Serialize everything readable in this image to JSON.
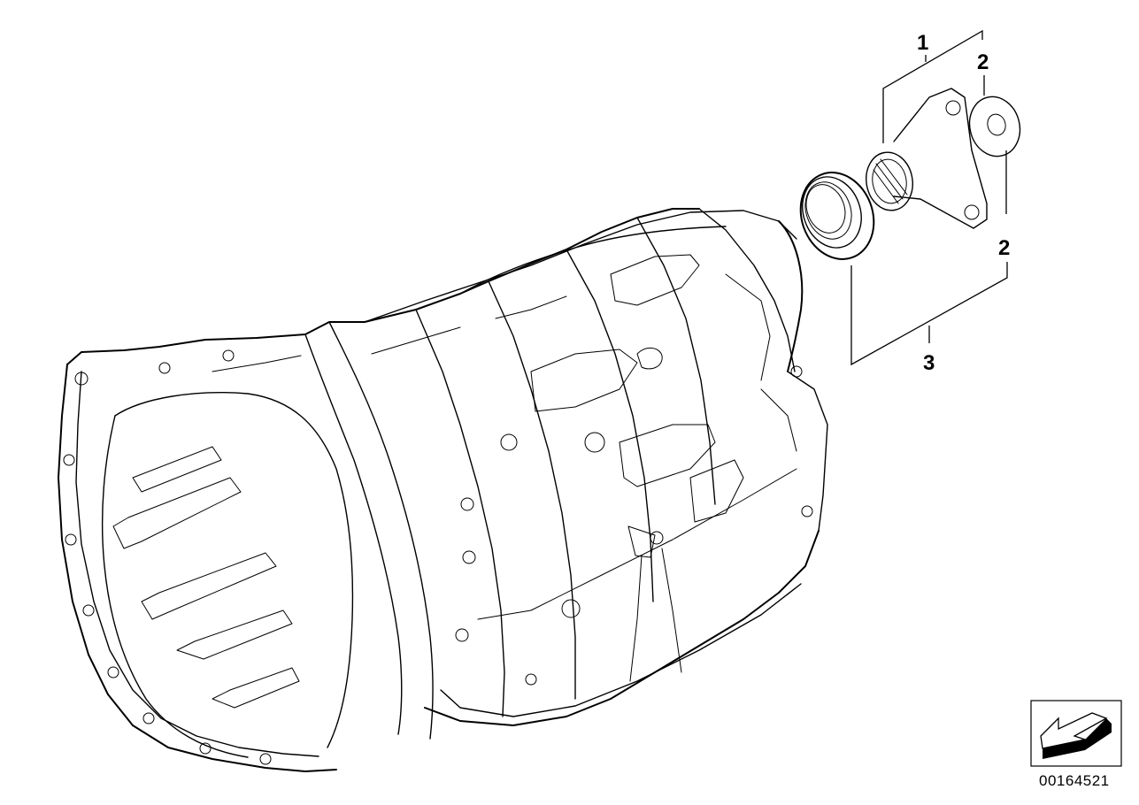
{
  "callouts": {
    "part_1": "1",
    "part_2_top": "2",
    "part_2_bottom": "2",
    "part_3": "3"
  },
  "document_number": "00164521",
  "icon": "view-direction-arrow-icon"
}
